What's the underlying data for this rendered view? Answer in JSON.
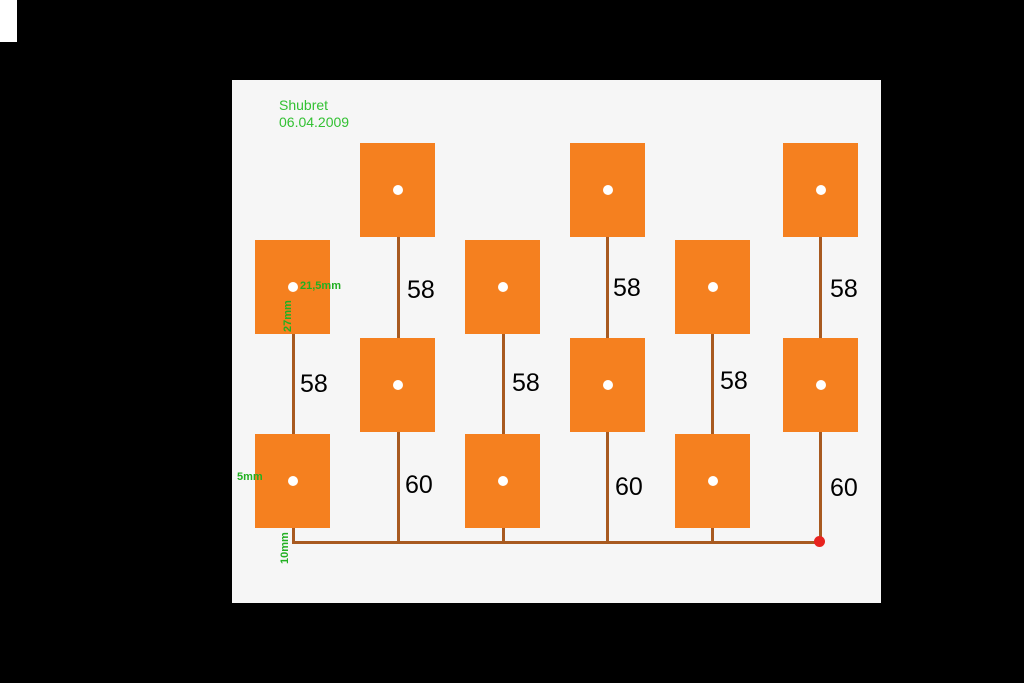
{
  "author": "Shubret",
  "date": "06.04.2009",
  "dimensions": {
    "width": "21,5mm",
    "height": "27mm",
    "offset": "5mm",
    "feed": "10mm"
  },
  "spacing_labels": {
    "upper": [
      "58",
      "58",
      "58"
    ],
    "middle": [
      "58",
      "58",
      "58"
    ],
    "lower": [
      "60",
      "60",
      "60"
    ]
  },
  "colors": {
    "patch": "#f5801f",
    "line": "#a85a20",
    "feed_point": "#e8231f",
    "annotation": "#33c133"
  }
}
